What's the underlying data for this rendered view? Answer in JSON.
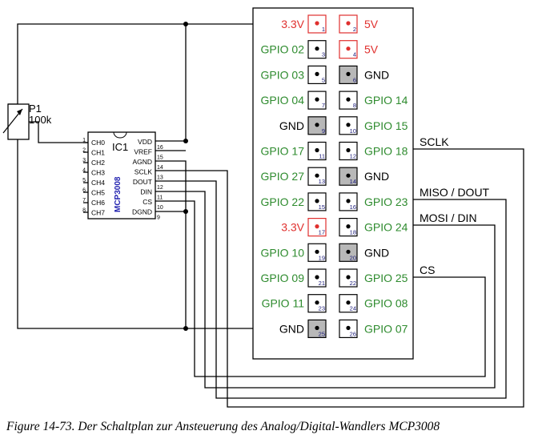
{
  "figure": {
    "caption": "Figure 14-73. Der Schaltplan zur Ansteuerung des Analog/Digital-Wandlers MCP3008"
  },
  "potentiometer": {
    "ref": "P1",
    "value": "100k"
  },
  "ic": {
    "ref": "IC1",
    "part": "MCP3008",
    "left_pins": [
      {
        "num": "1",
        "name": "CH0"
      },
      {
        "num": "2",
        "name": "CH1"
      },
      {
        "num": "3",
        "name": "CH2"
      },
      {
        "num": "4",
        "name": "CH3"
      },
      {
        "num": "5",
        "name": "CH4"
      },
      {
        "num": "6",
        "name": "CH5"
      },
      {
        "num": "7",
        "name": "CH6"
      },
      {
        "num": "8",
        "name": "CH7"
      }
    ],
    "right_pins": [
      {
        "num": "16",
        "name": "VDD"
      },
      {
        "num": "15",
        "name": "VREF"
      },
      {
        "num": "14",
        "name": "AGND"
      },
      {
        "num": "13",
        "name": "SCLK"
      },
      {
        "num": "12",
        "name": "DOUT"
      },
      {
        "num": "11",
        "name": "DIN"
      },
      {
        "num": "10",
        "name": "CS"
      },
      {
        "num": "9",
        "name": "DGND"
      }
    ]
  },
  "header": {
    "rows": [
      {
        "left": {
          "num": "1",
          "label": "3.3V",
          "kind": "power"
        },
        "right": {
          "num": "2",
          "label": "5V",
          "kind": "power"
        }
      },
      {
        "left": {
          "num": "3",
          "label": "GPIO 02",
          "kind": "gpio"
        },
        "right": {
          "num": "4",
          "label": "5V",
          "kind": "power"
        }
      },
      {
        "left": {
          "num": "5",
          "label": "GPIO 03",
          "kind": "gpio"
        },
        "right": {
          "num": "6",
          "label": "GND",
          "kind": "gnd"
        }
      },
      {
        "left": {
          "num": "7",
          "label": "GPIO 04",
          "kind": "gpio"
        },
        "right": {
          "num": "8",
          "label": "GPIO 14",
          "kind": "gpio"
        }
      },
      {
        "left": {
          "num": "9",
          "label": "GND",
          "kind": "gnd"
        },
        "right": {
          "num": "10",
          "label": "GPIO 15",
          "kind": "gpio"
        }
      },
      {
        "left": {
          "num": "11",
          "label": "GPIO 17",
          "kind": "gpio"
        },
        "right": {
          "num": "12",
          "label": "GPIO 18",
          "kind": "gpio"
        }
      },
      {
        "left": {
          "num": "13",
          "label": "GPIO 27",
          "kind": "gpio"
        },
        "right": {
          "num": "14",
          "label": "GND",
          "kind": "gnd"
        }
      },
      {
        "left": {
          "num": "15",
          "label": "GPIO 22",
          "kind": "gpio"
        },
        "right": {
          "num": "16",
          "label": "GPIO 23",
          "kind": "gpio"
        }
      },
      {
        "left": {
          "num": "17",
          "label": "3.3V",
          "kind": "power"
        },
        "right": {
          "num": "18",
          "label": "GPIO 24",
          "kind": "gpio"
        }
      },
      {
        "left": {
          "num": "19",
          "label": "GPIO 10",
          "kind": "gpio"
        },
        "right": {
          "num": "20",
          "label": "GND",
          "kind": "gnd"
        }
      },
      {
        "left": {
          "num": "21",
          "label": "GPIO 09",
          "kind": "gpio"
        },
        "right": {
          "num": "22",
          "label": "GPIO 25",
          "kind": "gpio"
        }
      },
      {
        "left": {
          "num": "23",
          "label": "GPIO 11",
          "kind": "gpio"
        },
        "right": {
          "num": "24",
          "label": "GPIO 08",
          "kind": "gpio"
        }
      },
      {
        "left": {
          "num": "25",
          "label": "GND",
          "kind": "gnd"
        },
        "right": {
          "num": "26",
          "label": "GPIO 07",
          "kind": "gpio"
        }
      }
    ]
  },
  "signals": {
    "sclk": "SCLK",
    "miso": "MISO / DOUT",
    "mosi": "MOSI / DIN",
    "cs": "CS"
  },
  "colors": {
    "power": "#e0302e",
    "gpio": "#2e8b2e",
    "gnd": "#000000",
    "pin_number": "#1a1a7a",
    "ic_part": "#2323b0",
    "gnd_pad": "#b8b8b8",
    "wire": "#000000"
  }
}
